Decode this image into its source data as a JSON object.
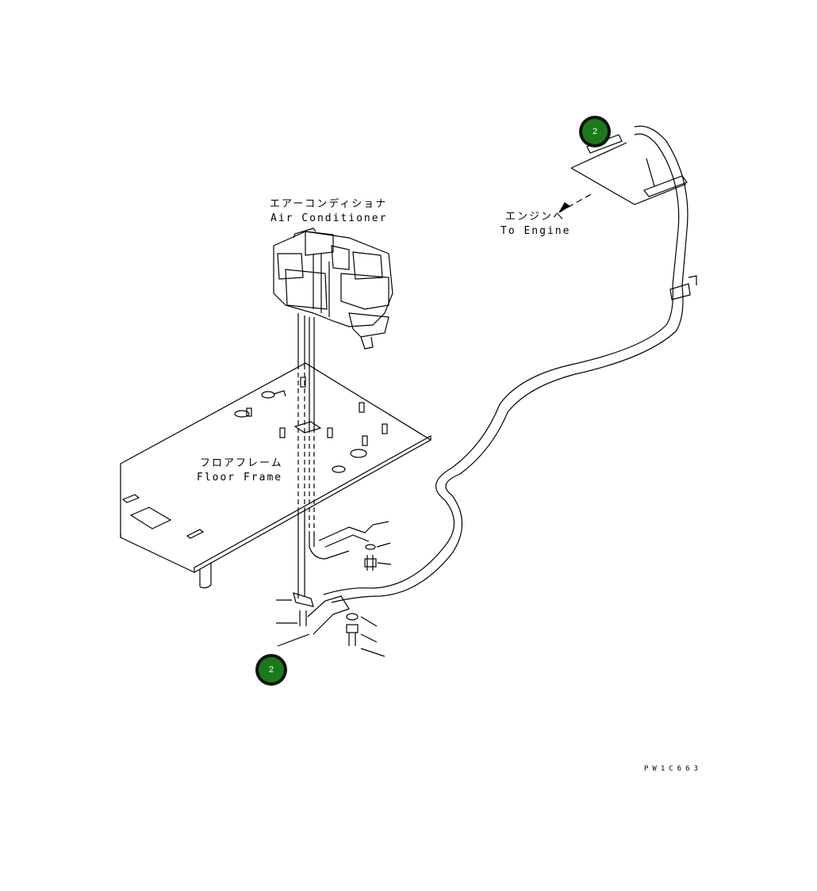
{
  "labels": {
    "air_conditioner_jp": "エアーコンディショナ",
    "air_conditioner_en": "Air Conditioner",
    "to_engine_jp": "エンジンへ",
    "to_engine_en": "To Engine",
    "floor_frame_jp": "フロアフレーム",
    "floor_frame_en": "Floor Frame"
  },
  "callouts": [
    {
      "number": "2"
    },
    {
      "number": "2"
    }
  ],
  "drawing_code": "PW1C663",
  "colors": {
    "callout_fill": "#1a7a1a",
    "callout_ring": "#111111",
    "line": "#000000"
  }
}
